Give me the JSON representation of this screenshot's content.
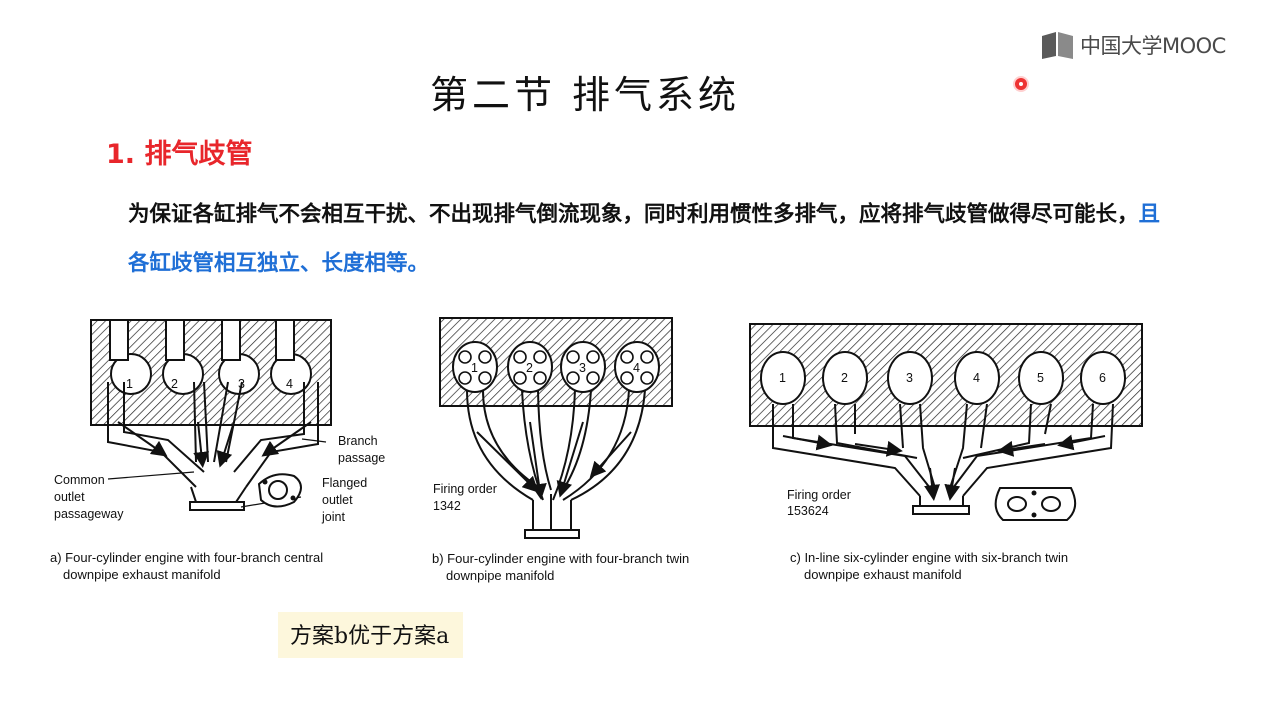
{
  "logo": {
    "text": "中国大学MOOC",
    "icon": "mooc-book-icon"
  },
  "slide": {
    "title": "第二节 排气系统",
    "heading": "1. 排气歧管",
    "paragraph_part1": "为保证各缸排气不会相互干扰、不出现排气倒流现象，同时利用惯性多排气，应将排气歧管做得尽可能长，",
    "paragraph_highlight": "且各缸歧管相互独立、长度相等。",
    "highlight_color": "#1f6fd6",
    "heading_color": "#e8262b",
    "conclusion": "方案b优于方案a"
  },
  "figures": {
    "a": {
      "cylinders": [
        "1",
        "2",
        "3",
        "4"
      ],
      "labels": {
        "branch_1": "Branch",
        "branch_2": "passage",
        "common_1": "Common",
        "common_2": "outlet",
        "common_3": "passageway",
        "flanged_1": "Flanged",
        "flanged_2": "outlet",
        "flanged_3": "joint"
      },
      "caption_1": "a) Four-cylinder engine with four-branch central",
      "caption_2": "downpipe exhaust manifold"
    },
    "b": {
      "cylinders": [
        "1",
        "2",
        "3",
        "4"
      ],
      "firing_label": "Firing order",
      "firing_value": "1342",
      "caption_1": "b) Four-cylinder engine with four-branch twin",
      "caption_2": "downpipe manifold"
    },
    "c": {
      "cylinders": [
        "1",
        "2",
        "3",
        "4",
        "5",
        "6"
      ],
      "firing_label": "Firing order",
      "firing_value": "153624",
      "caption_1": "c) In-line six-cylinder engine with six-branch twin",
      "caption_2": "downpipe exhaust manifold"
    }
  }
}
